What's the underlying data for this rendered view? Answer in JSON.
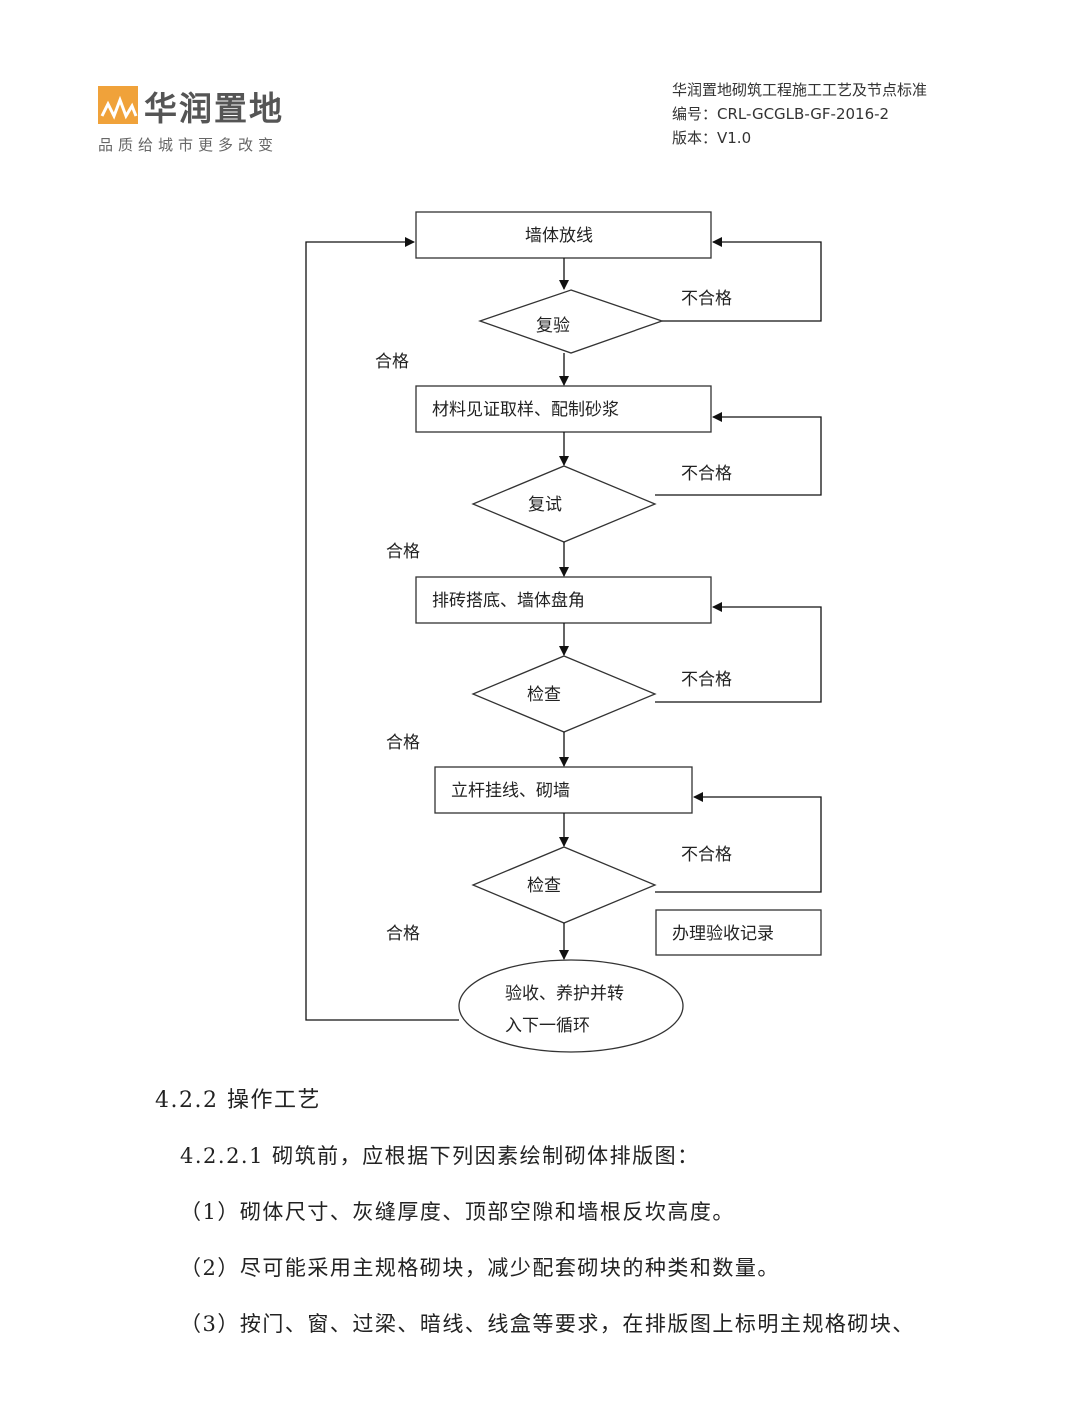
{
  "header": {
    "brand_name": "华润置地",
    "slogan": "品质给城市更多改变",
    "doc_title": "华润置地砌筑工程施工工艺及节点标准",
    "doc_number": "编号：CRL-GCGLB-GF-2016-2",
    "doc_version": "版本：V1.0",
    "logo_color": "#f0a23a"
  },
  "flowchart": {
    "step1": "墙体放线",
    "check1": "复验",
    "step2": "材料见证取样、配制砂浆",
    "check2": "复试",
    "step3": "排砖搭底、墙体盘角",
    "check3": "检查",
    "step4": "立杆挂线、砌墙",
    "check4": "检查",
    "record": "办理验收记录",
    "final_line1": "验收、养护并转",
    "final_line2": "入下一循环",
    "pass_label": "合格",
    "fail_label": "不合格"
  },
  "body": {
    "section_heading": "4.2.2 操作工艺",
    "para_intro": "4.2.2.1 砌筑前，应根据下列因素绘制砌体排版图：",
    "item1": "（1）砌体尺寸、灰缝厚度、顶部空隙和墙根反坎高度。",
    "item2": "（2）尽可能采用主规格砌块，减少配套砌块的种类和数量。",
    "item3": "（3）按门、窗、过梁、暗线、线盒等要求，在排版图上标明主规格砌块、"
  }
}
